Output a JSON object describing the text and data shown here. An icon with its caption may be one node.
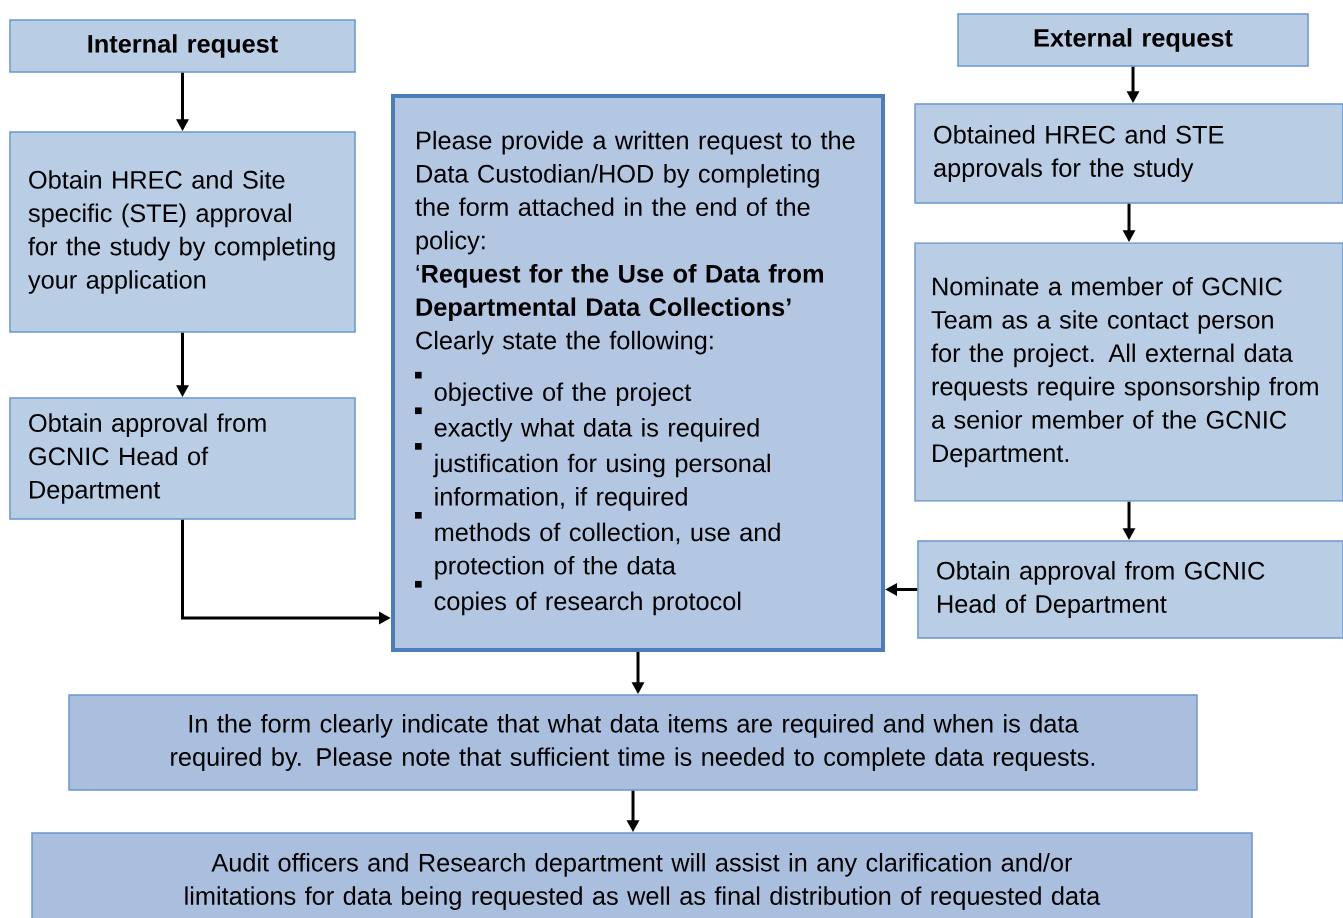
{
  "diagram": {
    "nodes": [
      {
        "text": [
          "Internal request"
        ]
      },
      {
        "text": [
          "Obtain HREC and Site specific (STE) approval for the study by completing your application"
        ]
      },
      {
        "text": [
          "Obtain approval from GCNIC Head of Department"
        ]
      },
      {
        "text": [
          "Please provide a written request to the Data Custodian/HOD by completing the form attached in the end of the policy:",
          "‘**Request for the Use of Data from Departmental Data Collections’**",
          "Clearly state the following:",
          "objective of the project",
          "exactly what data is required",
          "justification for using personal information, if required",
          "methods of collection, use and protection of the data",
          "copies of research protocol"
        ]
      },
      {
        "text": [
          "External request"
        ]
      },
      {
        "text": [
          "Obtained HREC and STE approvals for the study"
        ]
      },
      {
        "text": [
          "Nominate a member of GCNIC Team as a site contact person for the project. All external data requests require sponsorship from a senior member of the GCNIC Department."
        ]
      },
      {
        "text": [
          "Obtain approval from GCNIC Head of Department"
        ]
      },
      {
        "text": [
          "In the form clearly indicate that what data items are required and when is data required by. Please note that sufficient time is needed to complete data requests."
        ]
      },
      {
        "text": [
          "Audit officers and Research department will assist in any clarification and/or limitations for data being requested as well as final distribution of requested data"
        ]
      }
    ],
    "edges": [
      {
        "from": 0,
        "to": 1,
        "arrow": "to"
      },
      {
        "from": 1,
        "to": 2,
        "arrow": "to"
      },
      {
        "from": 2,
        "to": 3,
        "arrow": "to"
      },
      {
        "from": 4,
        "to": 5,
        "arrow": "to"
      },
      {
        "from": 5,
        "to": 6,
        "arrow": "to"
      },
      {
        "from": 6,
        "to": 7,
        "arrow": "to"
      },
      {
        "from": 7,
        "to": 3,
        "arrow": "to"
      },
      {
        "from": 3,
        "to": 8,
        "arrow": "to"
      },
      {
        "from": 8,
        "to": 9,
        "arrow": "to"
      }
    ]
  }
}
